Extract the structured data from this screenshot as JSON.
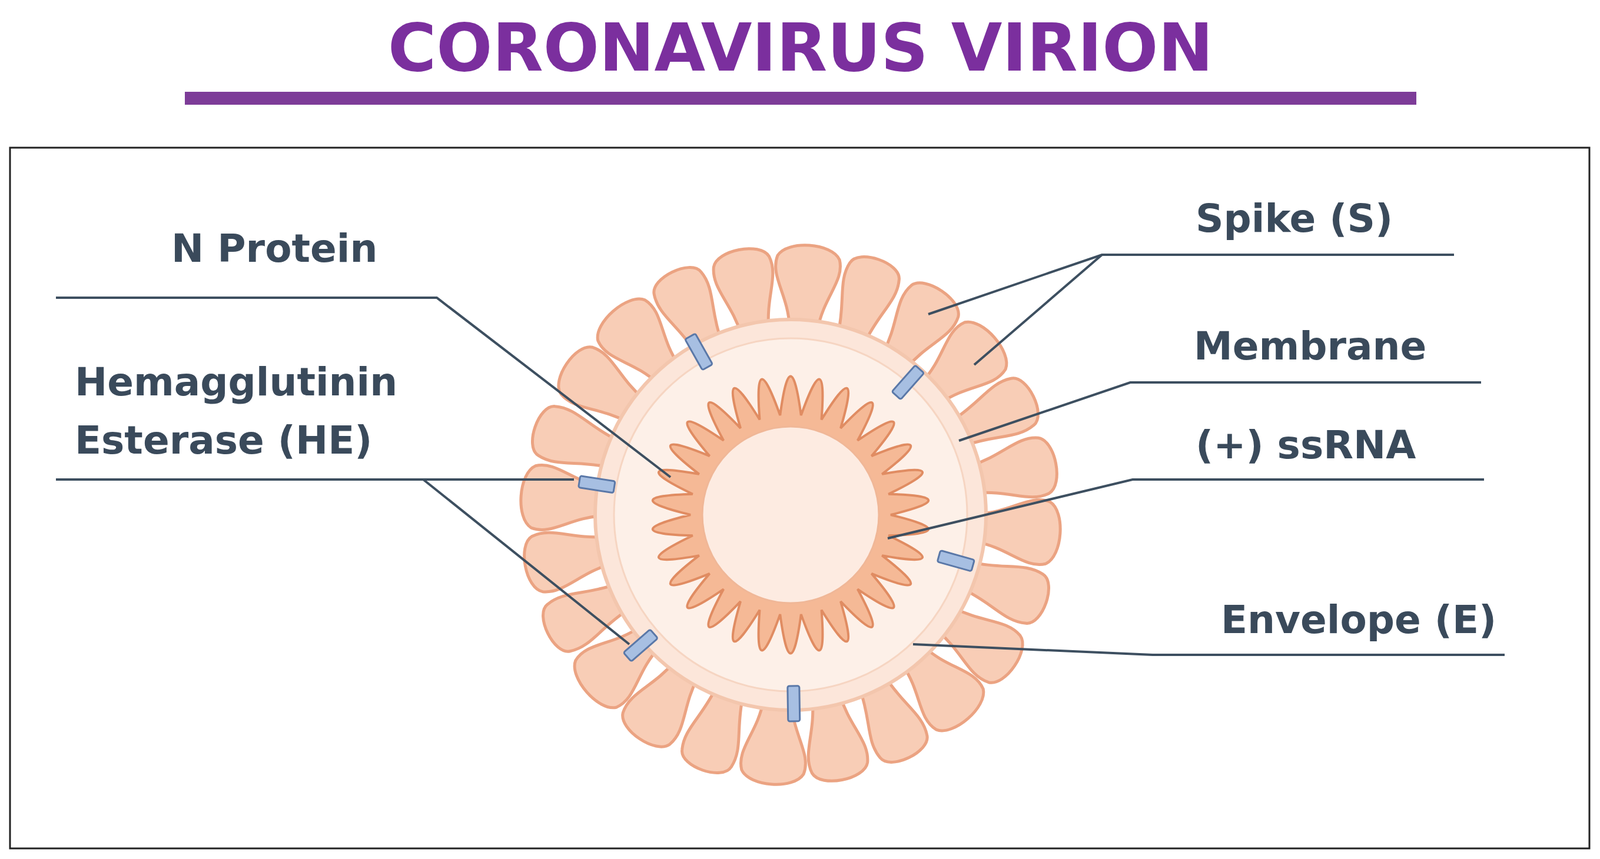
{
  "diagram": {
    "title": "CORONAVIRUS VIRION",
    "labels": [
      "N Protein",
      "Hemagglutinin Esterase (HE)",
      "Spike (S)",
      "Membrane",
      "(+) ssRNA",
      "Envelope (E)"
    ]
  }
}
